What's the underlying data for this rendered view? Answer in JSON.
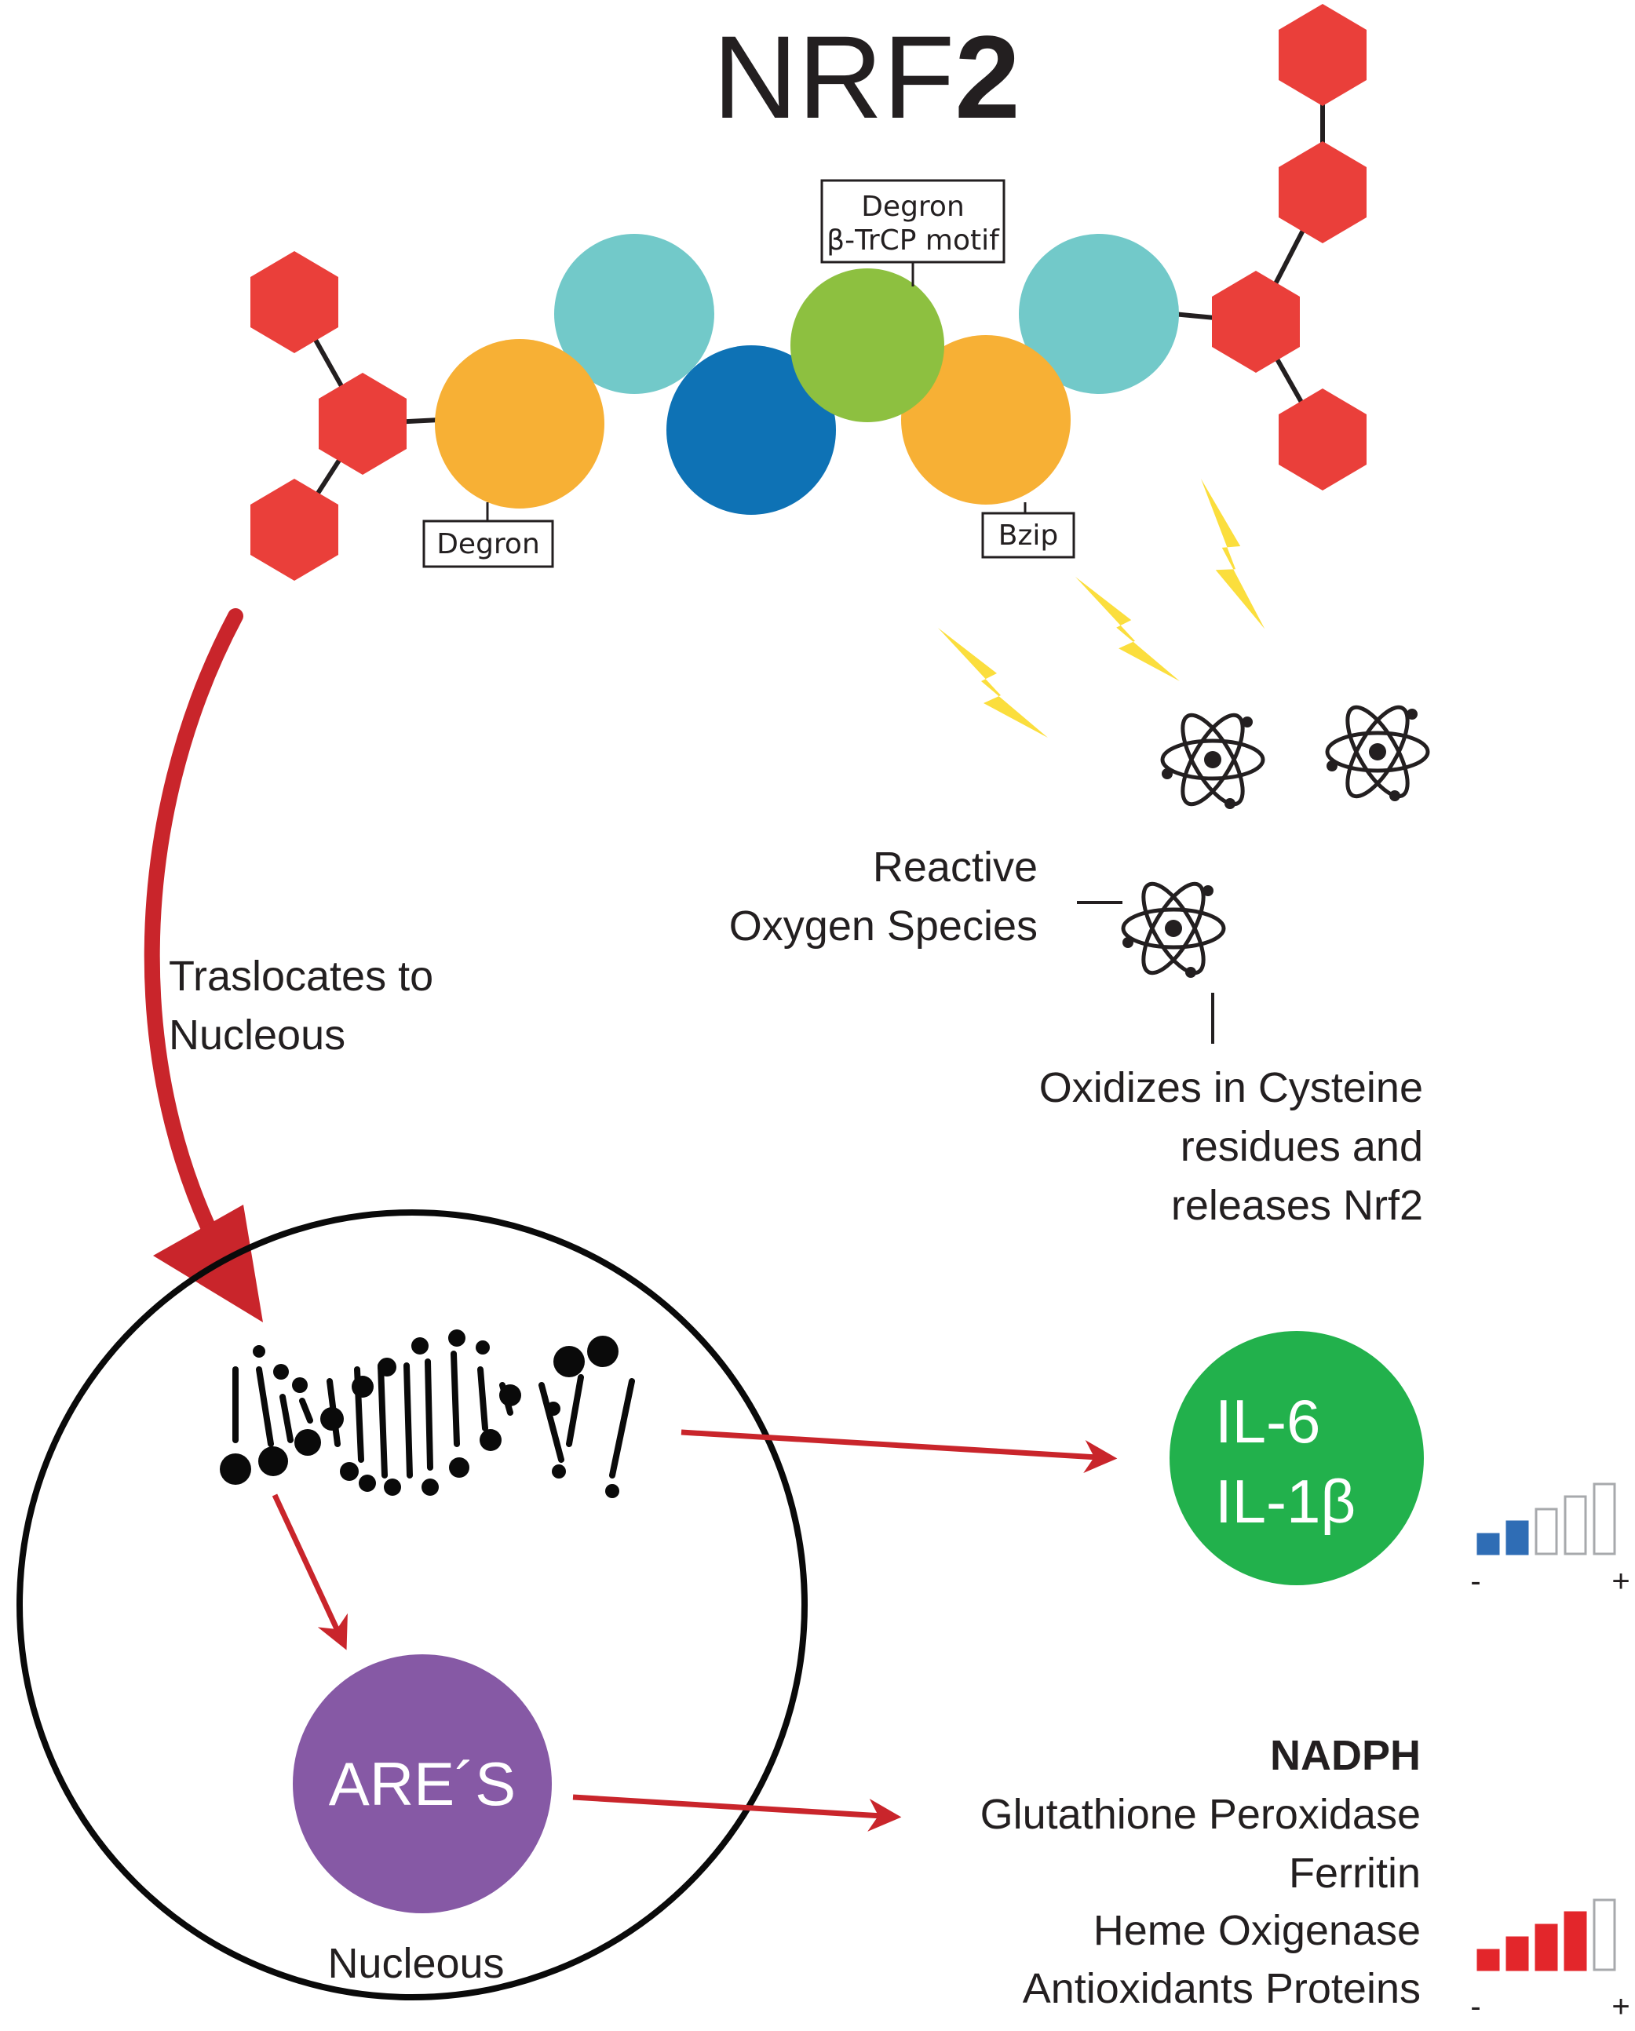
{
  "title": {
    "prefix": "NRF",
    "number": "2"
  },
  "domain_labels": {
    "degron_left": "Degron",
    "degron_top_line1": "Degron",
    "degron_top_line2": "β-TrCP motif",
    "bzip": "Bzip"
  },
  "ros": {
    "label_line1": "Reactive",
    "label_line2": "Oxygen Species",
    "effect_line1": "Oxidizes in Cysteine",
    "effect_line2": "residues and",
    "effect_line3": "releases Nrf2"
  },
  "translocation": {
    "line1": "Traslocates to",
    "line2": "Nucleous"
  },
  "nucleus": {
    "label": "Nucleous",
    "are_label": "ARE´S"
  },
  "cytokines": {
    "line1": "IL-6",
    "line2": "IL-1β"
  },
  "antioxidants": {
    "heading": "NADPH",
    "items": [
      "Glutathione Peroxidase",
      "Ferritin",
      "Heme Oxigenase",
      "Antioxidants Proteins"
    ]
  },
  "scales": {
    "minus": "-",
    "plus": "+",
    "cytokine_level": {
      "filled_bars": 2,
      "total_bars": 5,
      "color": "#2f6db5"
    },
    "antioxidant_level": {
      "filled_bars": 4,
      "total_bars": 5,
      "color": "#e3262b"
    }
  },
  "colors": {
    "hexagon": "#ea3f3a",
    "orange_domain": "#f7b035",
    "teal_domain": "#72c9c9",
    "blue_domain": "#0e72b5",
    "green_domain": "#8dc040",
    "arrow": "#c9252b",
    "il_circle": "#22b14c",
    "are_circle": "#8659a5",
    "lightning": "#fbde3d"
  }
}
